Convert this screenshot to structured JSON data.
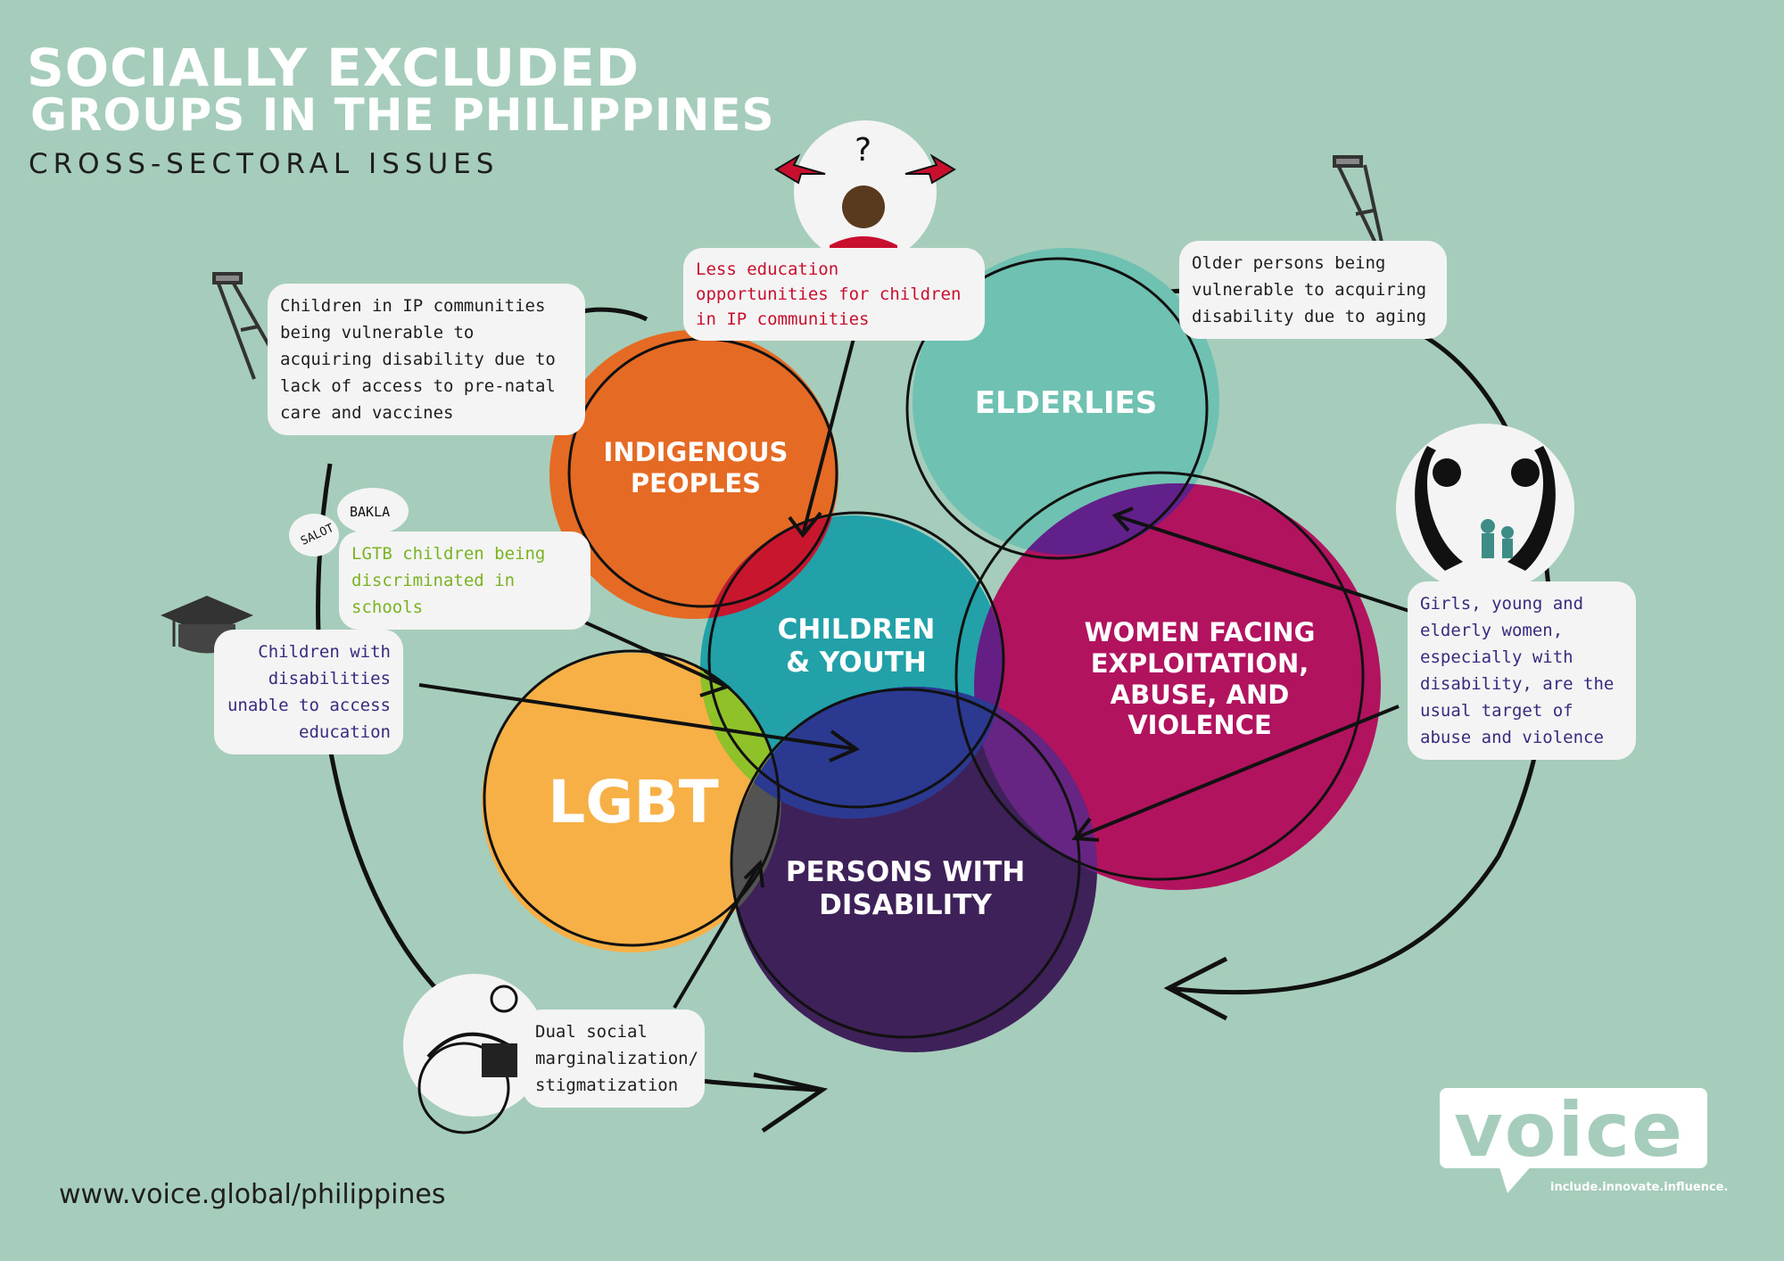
{
  "title": {
    "line1": "SOCIALLY EXCLUDED",
    "line2": "GROUPS IN THE PHILIPPINES",
    "subtitle": "CROSS-SECTORAL ISSUES"
  },
  "circles": {
    "indigenous": "INDIGENOUS PEOPLES",
    "elderlies": "ELDERLIES",
    "children": "CHILDREN & YOUTH",
    "women": "WOMEN FACING EXPLOITATION, ABUSE, AND VIOLENCE",
    "lgbt": "LGBT",
    "disability": "PERSONS WITH DISABILITY"
  },
  "notes": {
    "ip_children_disability": "Children in IP communities being vulnerable to acquiring disability due to lack of access to pre-natal care and vaccines",
    "less_education": "Less education opportunities for children in IP communities",
    "older_persons": "Older persons being vulnerable to acquiring disability due to aging",
    "lgbt_children": "LGTB children being discriminated in schools",
    "children_disabilities_education": "Children with disabilities unable to access education",
    "girls_women": "Girls, young and elderly women, especially with disability, are the usual target of abuse and violence",
    "dual_marginalization": "Dual social marginalization/ stigmatization"
  },
  "speech_words": {
    "salot": "SALOT",
    "bakla": "BAKLA"
  },
  "icons": {
    "question_mark": "?"
  },
  "footer": {
    "url": "www.voice.global/philippines"
  },
  "logo": {
    "text": "voice",
    "tagline": "include.innovate.influence."
  },
  "colors": {
    "background": "#a6cdbb",
    "indigenous": "#e56b25",
    "elderlies": "#6fc2b2",
    "children": "#22a1a8",
    "women": "#b1135f",
    "lgbt": "#f7b046",
    "disability": "#3e2158",
    "note_red": "#c8102e",
    "note_green": "#7ab321",
    "note_purple": "#3b2a7e"
  }
}
